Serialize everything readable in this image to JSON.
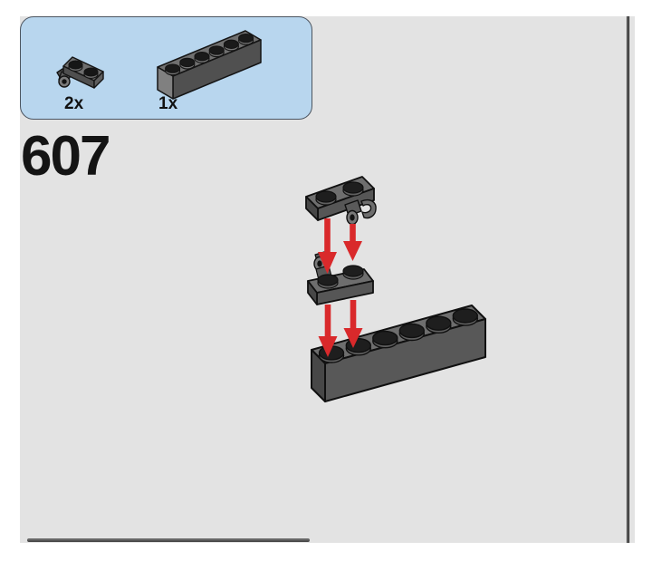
{
  "step": {
    "number": "607"
  },
  "parts_callout": {
    "parts": [
      {
        "id": "plate-1x2-with-clip",
        "label": "2x",
        "piece": "1x2 plate with horizontal clip, dark gray"
      },
      {
        "id": "brick-1x6",
        "label": "1x",
        "piece": "1x6 brick, dark gray"
      }
    ]
  },
  "diagram": {
    "pieces": [
      "plate-1x2-with-clip (top)",
      "plate-1x2-with-clip (middle)",
      "brick-1x6 (base)"
    ],
    "arrow_count": 4
  },
  "colors": {
    "sheet": "#e3e3e3",
    "callout_fill": "#b8d6ee",
    "callout_border": "#4c5560",
    "arrow_red": "#d9292b",
    "brick_top": "#6e6e6e",
    "brick_front": "#585858",
    "brick_side": "#474747",
    "stud_top": "#1e1e1e",
    "text": "#141414"
  }
}
